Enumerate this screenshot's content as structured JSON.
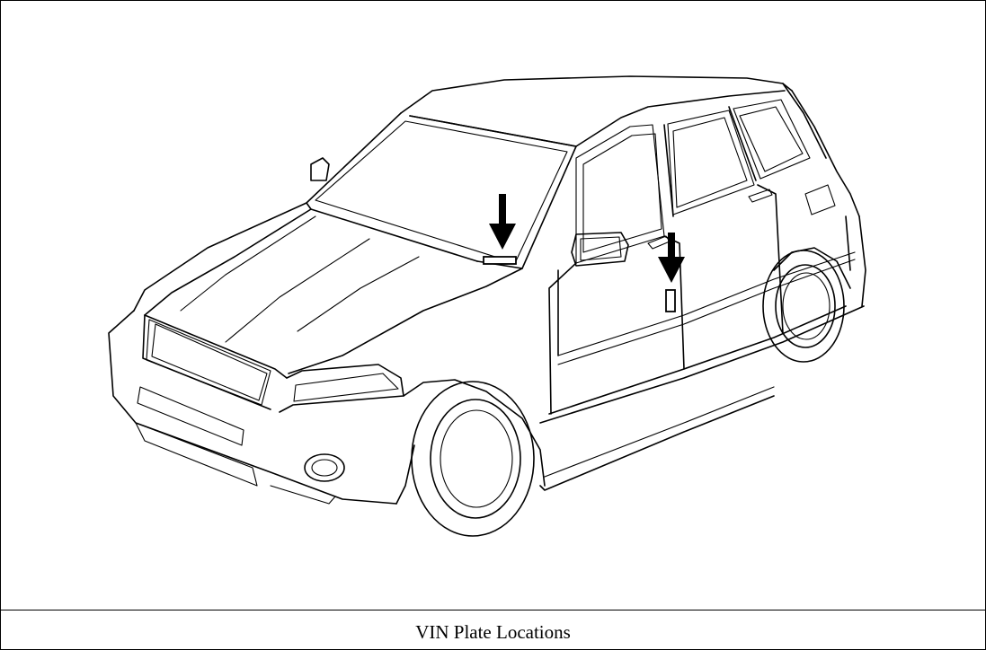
{
  "figure": {
    "caption": "VIN Plate Locations",
    "subject": "car-illustration",
    "markers": [
      {
        "name": "windshield-vin-plate",
        "icon": "down-arrow-icon"
      },
      {
        "name": "door-pillar-vin-plate",
        "icon": "down-arrow-icon"
      }
    ]
  }
}
